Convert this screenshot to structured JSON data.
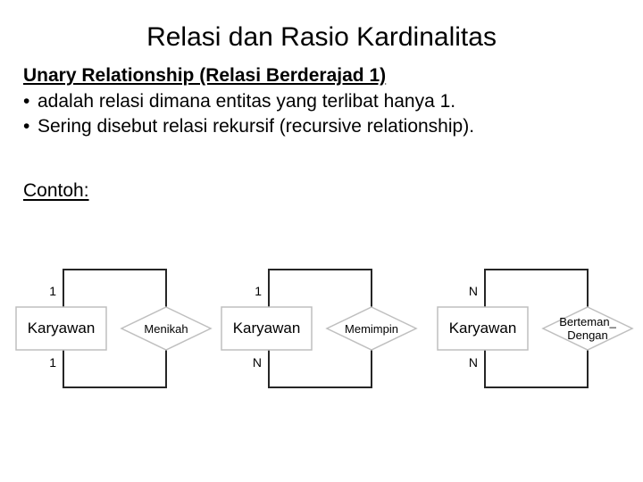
{
  "slide": {
    "title": "Relasi dan Rasio Kardinalitas",
    "heading": "Unary Relationship (Relasi Berderajad 1)",
    "bullets": [
      "adalah relasi dimana entitas yang terlibat hanya 1.",
      "Sering disebut relasi rekursif (recursive relationship)."
    ],
    "bullet_marker": "•",
    "example_label": "Contoh:",
    "background_color": "#ffffff",
    "text_color": "#000000"
  },
  "diagrams": [
    {
      "id": "diagram-menikah",
      "entity": "Karyawan",
      "relationship": "Menikah",
      "relationship_lines": [
        "Menikah"
      ],
      "cardinality_top": "1",
      "cardinality_bottom": "1",
      "shape_stroke": "#bfbfbf",
      "line_stroke": "#262626"
    },
    {
      "id": "diagram-memimpin",
      "entity": "Karyawan",
      "relationship": "Memimpin",
      "relationship_lines": [
        "Memimpin"
      ],
      "cardinality_top": "1",
      "cardinality_bottom": "N",
      "shape_stroke": "#bfbfbf",
      "line_stroke": "#262626"
    },
    {
      "id": "diagram-berteman",
      "entity": "Karyawan",
      "relationship": "Berteman_Dengan",
      "relationship_lines": [
        "Berteman_",
        "Dengan"
      ],
      "cardinality_top": "N",
      "cardinality_bottom": "N",
      "shape_stroke": "#bfbfbf",
      "line_stroke": "#262626"
    }
  ]
}
